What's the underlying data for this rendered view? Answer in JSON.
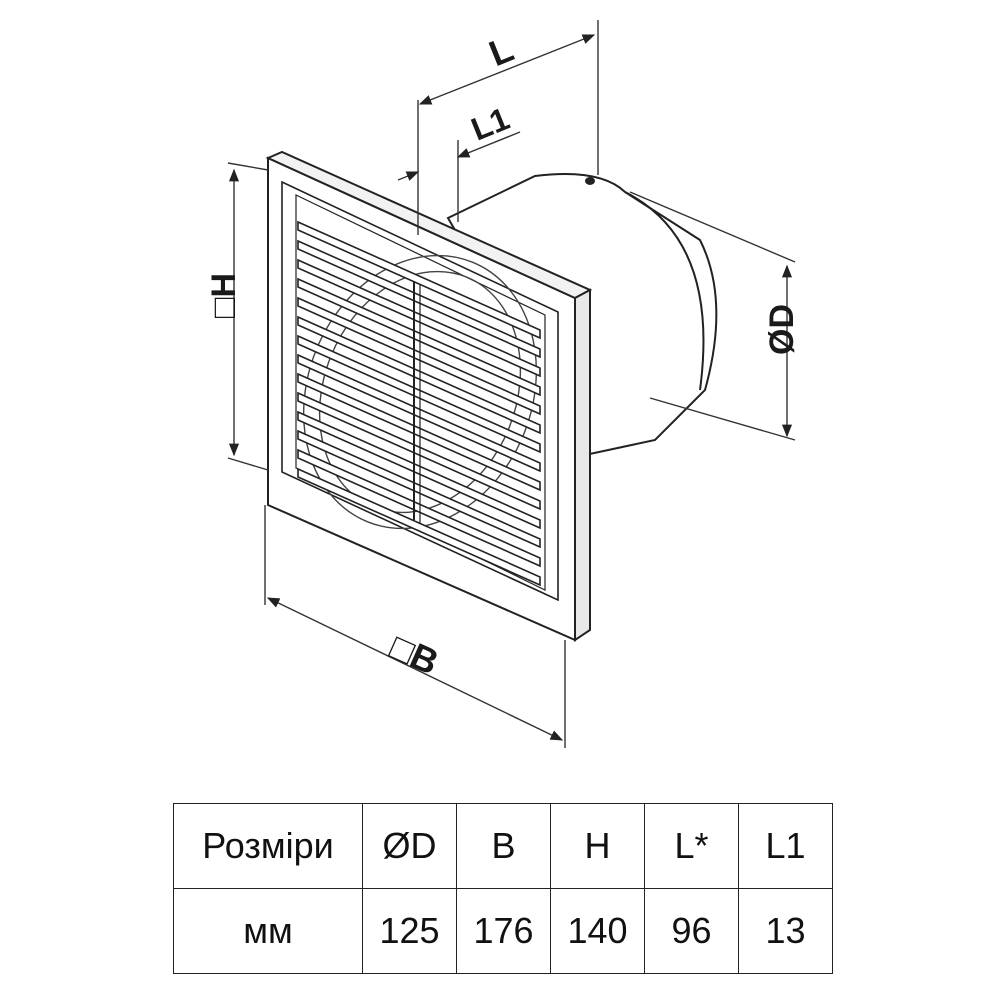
{
  "drawing": {
    "labels": {
      "L": "L",
      "L1": "L1",
      "H": "□H",
      "B": "□B",
      "D": "ØD"
    }
  },
  "table": {
    "headers": [
      "Розміри",
      "ØD",
      "B",
      "H",
      "L*",
      "L1"
    ],
    "rows": [
      [
        "мм",
        "125",
        "176",
        "140",
        "96",
        "13"
      ]
    ]
  }
}
